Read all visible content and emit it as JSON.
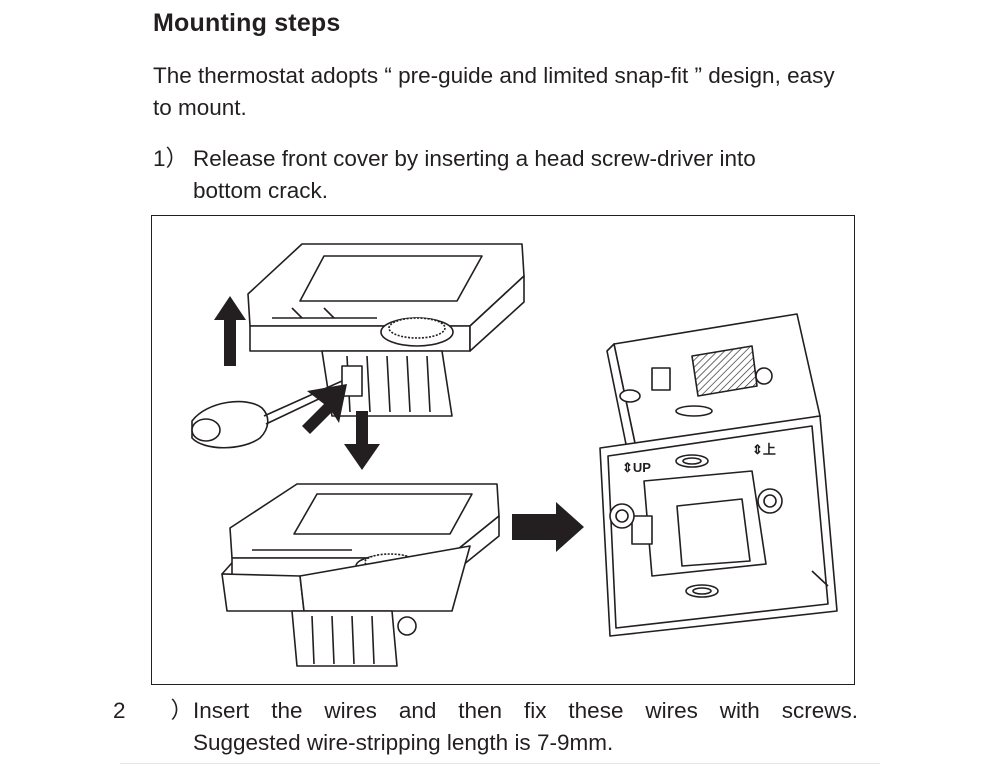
{
  "section": {
    "heading": "Mounting steps",
    "intro": "The thermostat adopts “ pre-guide and limited snap-fit ” design,  easy  to  mount."
  },
  "steps": [
    {
      "number": "1）",
      "line1": "Release front cover by inserting a head screw-driver into",
      "line2": "bottom crack."
    },
    {
      "number": "2）",
      "line1": "Insert the wires and then fix these wires with screws.",
      "line2": "Suggested wire-stripping length is 7-9mm."
    }
  ],
  "figure": {
    "label_up_en": "⇕UP",
    "label_up_cn": "⇕上"
  }
}
